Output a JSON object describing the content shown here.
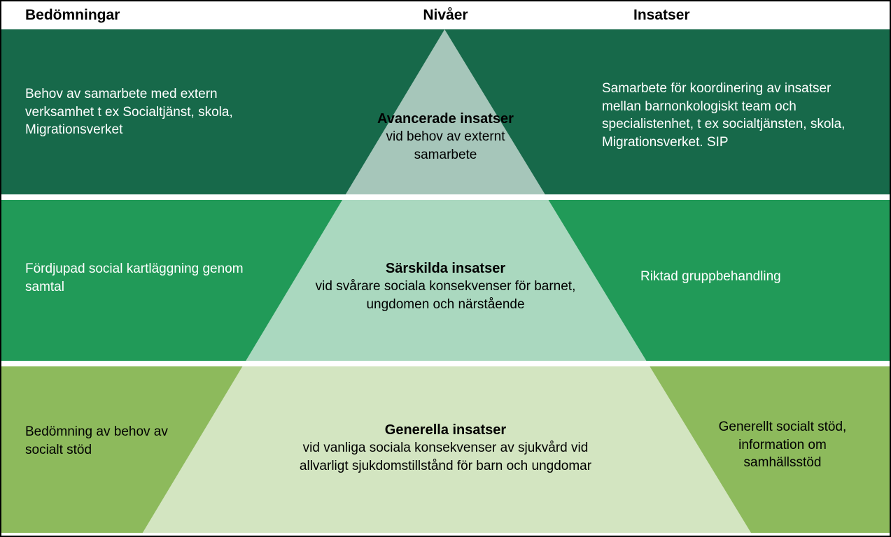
{
  "header": {
    "assessments": "Bedömningar",
    "levels": "Nivåer",
    "interventions": "Insatser"
  },
  "triangle_color": "rgba(255,255,255,0.62)",
  "levels": [
    {
      "id": "avancerade-insatser",
      "band_color": "#17694a",
      "assessment": "Behov av samarbete med extern verksamhet t ex Socialtjänst, skola, Migrationsverket",
      "title": "Avancerade insatser",
      "subtitle": "vid behov av externt samarbete",
      "intervention": "Samarbete för koordinering av insatser mellan barnonkologiskt team och specialistenhet, t ex socialtjänsten, skola, Migrationsverket. SIP"
    },
    {
      "id": "sarskilda-insatser",
      "band_color": "#219a58",
      "assessment": "Fördjupad social kartläggning genom samtal",
      "title": "Särskilda insatser",
      "subtitle": "vid svårare sociala konsekvenser för barnet, ungdomen och närstående",
      "intervention": "Riktad gruppbehandling"
    },
    {
      "id": "generella-insatser",
      "band_color": "#8dba5c",
      "assessment": "Bedömning av behov av socialt stöd",
      "title": "Generella insatser",
      "subtitle": "vid vanliga sociala konsekvenser av sjukvård vid allvarligt sjukdomstillstånd för barn och ungdomar",
      "intervention": "Generellt socialt stöd, information om samhällsstöd"
    }
  ]
}
